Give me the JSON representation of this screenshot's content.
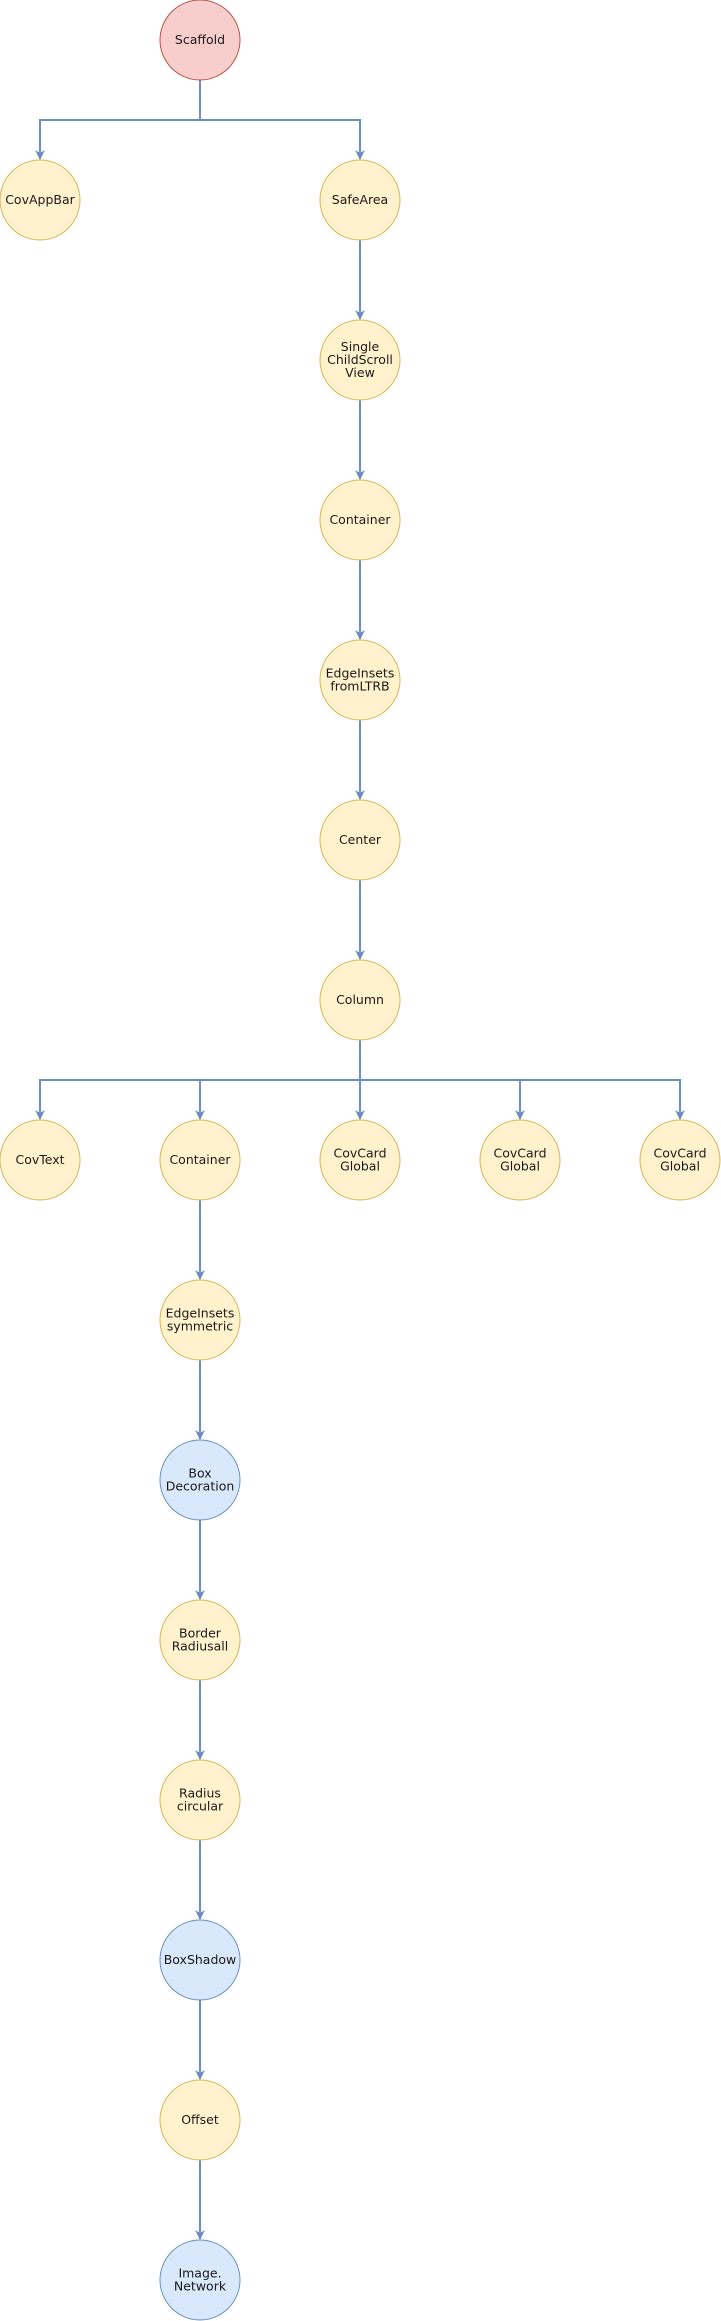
{
  "colors": {
    "root_fill": "#f8cecc",
    "root_stroke": "#b85450",
    "widget_fill": "#fff2cc",
    "widget_stroke": "#d6b656",
    "decoration_fill": "#dae8fc",
    "decoration_stroke": "#6c8ebf",
    "edge": "#6c8ebf"
  },
  "nodes": [
    {
      "id": "scaffold",
      "kind": "root",
      "lines": [
        "Scaffold"
      ]
    },
    {
      "id": "covappbar",
      "kind": "widget",
      "lines": [
        "CovAppBar"
      ]
    },
    {
      "id": "safearea",
      "kind": "widget",
      "lines": [
        "SafeArea"
      ]
    },
    {
      "id": "singlechildscrollview",
      "kind": "widget",
      "lines": [
        "Single",
        "ChildScroll",
        "View"
      ]
    },
    {
      "id": "container-1",
      "kind": "widget",
      "lines": [
        "Container"
      ]
    },
    {
      "id": "edgeinsets-fromltrb",
      "kind": "widget",
      "lines": [
        "EdgeInsets",
        "fromLTRB"
      ]
    },
    {
      "id": "center",
      "kind": "widget",
      "lines": [
        "Center"
      ]
    },
    {
      "id": "column",
      "kind": "widget",
      "lines": [
        "Column"
      ]
    },
    {
      "id": "covtext",
      "kind": "widget",
      "lines": [
        "CovText"
      ]
    },
    {
      "id": "container-2",
      "kind": "widget",
      "lines": [
        "Container"
      ]
    },
    {
      "id": "covcardglobal-1",
      "kind": "widget",
      "lines": [
        "CovCard",
        "Global"
      ]
    },
    {
      "id": "covcardglobal-2",
      "kind": "widget",
      "lines": [
        "CovCard",
        "Global"
      ]
    },
    {
      "id": "covcardglobal-3",
      "kind": "widget",
      "lines": [
        "CovCard",
        "Global"
      ]
    },
    {
      "id": "edgeinsets-symmetric",
      "kind": "widget",
      "lines": [
        "EdgeInsets",
        "symmetric"
      ]
    },
    {
      "id": "boxdecoration",
      "kind": "decoration",
      "lines": [
        "Box",
        "Decoration"
      ]
    },
    {
      "id": "borderradiusall",
      "kind": "widget",
      "lines": [
        "Border",
        "Radiusall"
      ]
    },
    {
      "id": "radiuscircular",
      "kind": "widget",
      "lines": [
        "Radius",
        "circular"
      ]
    },
    {
      "id": "boxshadow",
      "kind": "decoration",
      "lines": [
        "BoxShadow"
      ]
    },
    {
      "id": "offset",
      "kind": "widget",
      "lines": [
        "Offset"
      ]
    },
    {
      "id": "imagenetwork",
      "kind": "decoration",
      "lines": [
        "Image.",
        "Network"
      ]
    }
  ],
  "edges": [
    [
      "scaffold",
      "covappbar"
    ],
    [
      "scaffold",
      "safearea"
    ],
    [
      "safearea",
      "singlechildscrollview"
    ],
    [
      "singlechildscrollview",
      "container-1"
    ],
    [
      "container-1",
      "edgeinsets-fromltrb"
    ],
    [
      "edgeinsets-fromltrb",
      "center"
    ],
    [
      "center",
      "column"
    ],
    [
      "column",
      "covtext"
    ],
    [
      "column",
      "container-2"
    ],
    [
      "column",
      "covcardglobal-1"
    ],
    [
      "column",
      "covcardglobal-2"
    ],
    [
      "column",
      "covcardglobal-3"
    ],
    [
      "container-2",
      "edgeinsets-symmetric"
    ],
    [
      "edgeinsets-symmetric",
      "boxdecoration"
    ],
    [
      "boxdecoration",
      "borderradiusall"
    ],
    [
      "borderradiusall",
      "radiuscircular"
    ],
    [
      "radiuscircular",
      "boxshadow"
    ],
    [
      "boxshadow",
      "offset"
    ],
    [
      "offset",
      "imagenetwork"
    ]
  ]
}
